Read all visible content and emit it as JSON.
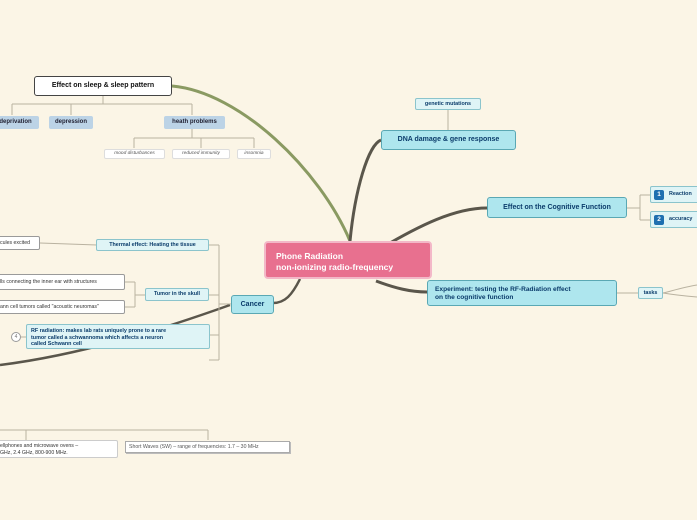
{
  "central": {
    "line1": "Phone Radiation",
    "line2": "non-ionizing radio-frequency"
  },
  "sleep": {
    "title": "Effect on sleep & sleep pattern",
    "tags": [
      "deprivation",
      "depression",
      "heath problems"
    ],
    "health_leaves": [
      "mood disturbances",
      "reduced immunity",
      "insomnia"
    ]
  },
  "dna": {
    "title": "DNA damage & gene response",
    "child": "genetic mutations"
  },
  "cognitive": {
    "title": "Effect on the Cognitive Function",
    "items": [
      {
        "num": "1",
        "label": "Reaction"
      },
      {
        "num": "2",
        "label": "accuracy"
      }
    ]
  },
  "experiment": {
    "title_line1": "Experiment: testing the RF-Radiation effect",
    "title_line2": "on the cognitive function",
    "child": "tasks"
  },
  "cancer": {
    "title": "Cancer",
    "thermal": "Thermal effect: Heating the tissue",
    "thermal_leaf": "cules excited",
    "tumor": "Tumor in the skull",
    "tumor_leaves": [
      "lls connecting the inner ear with structures",
      "ann cell tumors called \"acoustic neuromas\""
    ],
    "rf_line1": "RF radiation: makes lab rats uniquely prone to a rare",
    "rf_line2": "tumor called a schwannoma which affects a neuron",
    "rf_line3": "called Schwann cell",
    "rf_badge": "4"
  },
  "waves": {
    "phones_line1": "ellphones and microwave ovens –",
    "phones_line2": "GHz, 2.4 GHz, 800-900 MHz.",
    "short_waves": "Short Waves (SW) – range of frequencies: 1.7 – 30 MHz"
  },
  "colors": {
    "central": "#e8708f",
    "main_node": "#aee6ee",
    "branch_dark": "#5a564b",
    "branch_olive": "#8a9a62",
    "tag_blue": "#bcd3e6"
  }
}
